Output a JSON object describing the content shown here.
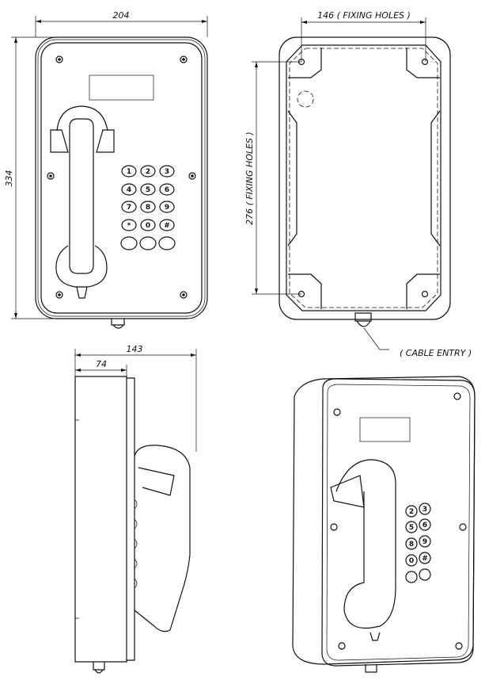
{
  "dimensions": {
    "front_width": "204",
    "front_height": "334",
    "fixing_holes_horizontal": "146  ( FIXING HOLES )",
    "fixing_holes_vertical": "276  ( FIXING HOLES )",
    "cable_entry": "( CABLE ENTRY )",
    "side_depth": "143",
    "side_body_depth": "74"
  },
  "keypad": {
    "keys": [
      "1",
      "2",
      "3",
      "4",
      "5",
      "6",
      "7",
      "8",
      "9",
      "*",
      "0",
      "#"
    ],
    "iso_keys": [
      "2",
      "3",
      "5",
      "6",
      "8",
      "9",
      "0",
      "#"
    ]
  }
}
